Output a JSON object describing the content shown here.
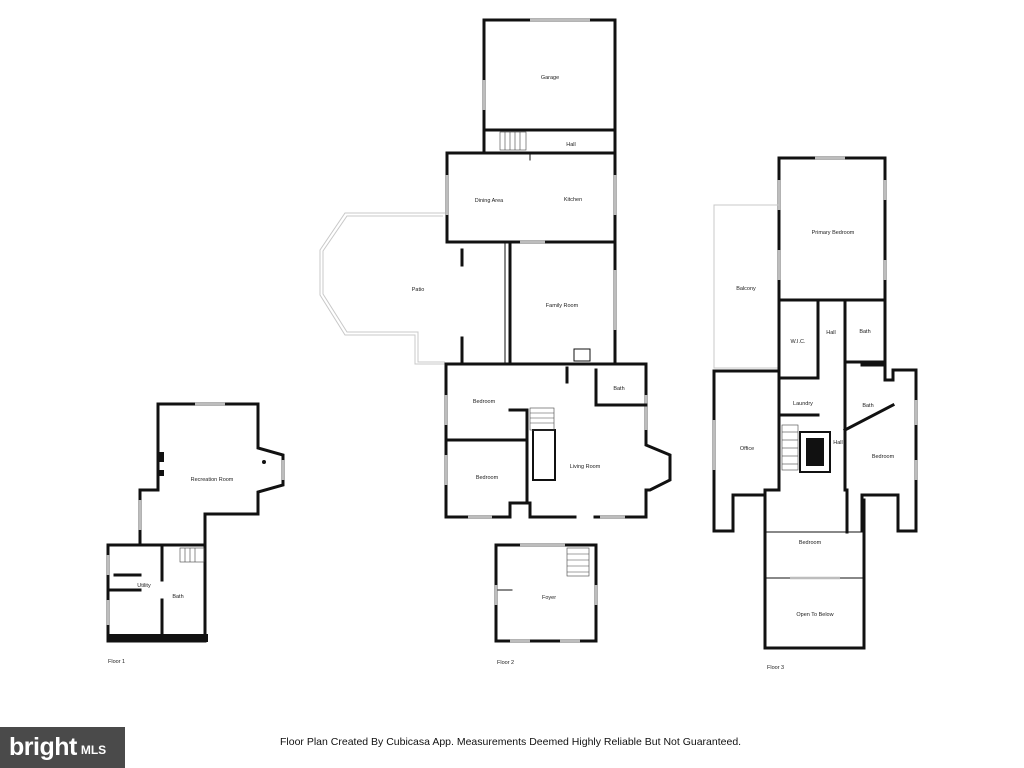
{
  "rooms": {
    "garage": "Garage",
    "hall_top": "Hall",
    "dining": "Dining Area",
    "kitchen": "Kitchen",
    "patio": "Patio",
    "family": "Family Room",
    "bedroom_f2a": "Bedroom",
    "bath_f2": "Bath",
    "bedroom_f2b": "Bedroom",
    "living": "Living Room",
    "foyer": "Foyer",
    "recreation": "Recreation Room",
    "utility": "Utility",
    "bath_f1": "Bath",
    "primary_bedroom": "Primary Bedroom",
    "balcony": "Balcony",
    "wic": "W.I.C.",
    "hall_f3a": "Hall",
    "bath_f3a": "Bath",
    "laundry": "Laundry",
    "bath_f3b": "Bath",
    "office": "Office",
    "hall_f3b": "Hall",
    "bedroom_f3a": "Bedroom",
    "bedroom_f3b": "Bedroom",
    "open_below": "Open To Below"
  },
  "floors": {
    "floor1": "Floor 1",
    "floor2": "Floor 2",
    "floor3": "Floor 3"
  },
  "footer": {
    "note": "Floor Plan Created By Cubicasa App. Measurements Deemed Highly Reliable But Not Guaranteed."
  },
  "logo": {
    "bright": "bright",
    "mls": "MLS"
  }
}
